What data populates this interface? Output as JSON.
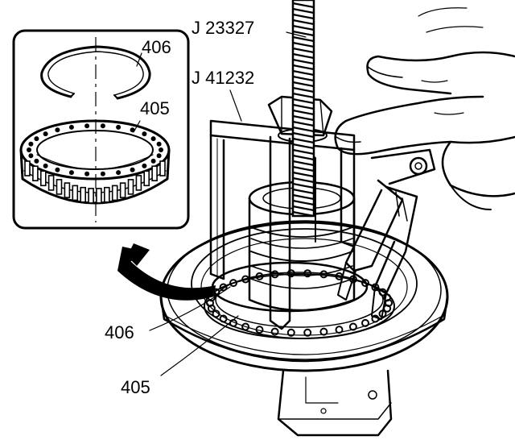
{
  "labels": {
    "tool_j23327": "J 23327",
    "tool_j41232": "J 41232",
    "inset_406": "406",
    "inset_405": "405",
    "main_406": "406",
    "main_405": "405"
  },
  "colors": {
    "ink": "#000000",
    "paper": "#ffffff",
    "arrow_fill": "#000000"
  },
  "icons": {
    "removal_direction": "curved-arrow-icon"
  }
}
